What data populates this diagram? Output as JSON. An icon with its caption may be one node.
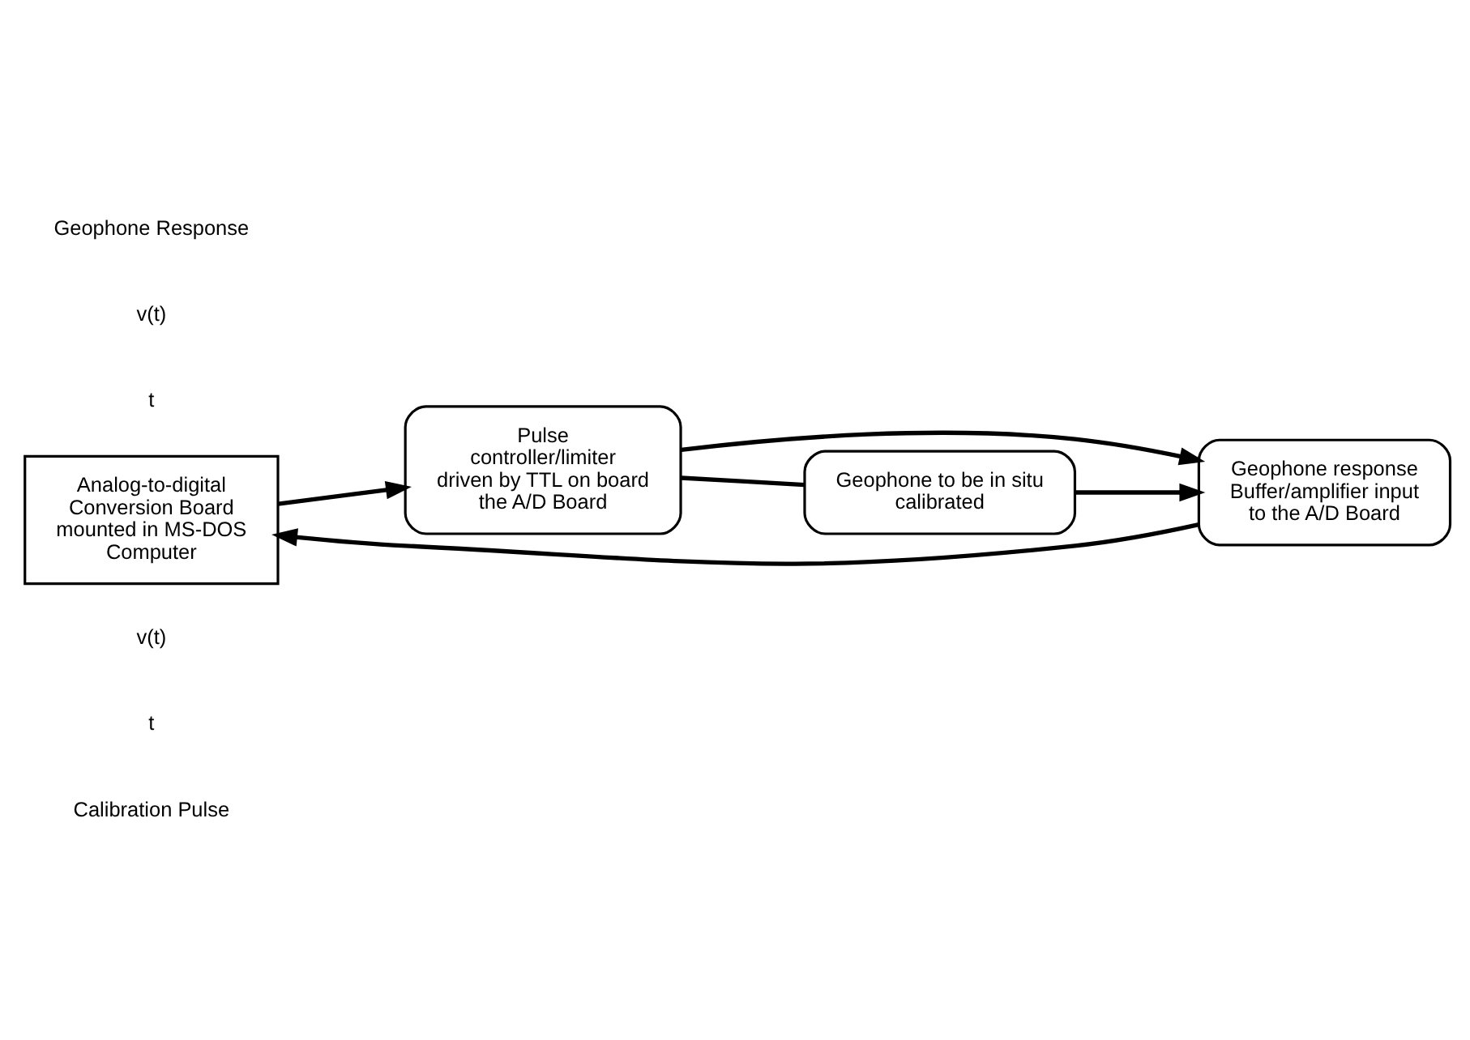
{
  "diagram": {
    "nodes": [
      {
        "text": [
          "Analog-to-digital Conversion Board mounted in MS-DOS Computer"
        ]
      },
      {
        "text": [
          "Geophone response Buffer/amplifier input to the A/D Board"
        ]
      },
      {
        "text": [
          "Pulse controller/limiter driven by TTL on board the A/D Board"
        ]
      },
      {
        "text": [
          "Geophone to be in situ calibrated"
        ]
      }
    ],
    "edges": [
      {
        "from": 1,
        "to": 0,
        "arrow": "to"
      },
      {
        "from": 0,
        "to": 2,
        "arrow": "to"
      },
      {
        "from": 2,
        "to": 1,
        "arrow": "to"
      },
      {
        "from": 3,
        "to": 1,
        "arrow": "to"
      },
      {
        "from": 2,
        "to": 3,
        "arrow": "none"
      }
    ],
    "labels": [
      "Geophone Response",
      "v(t)",
      "t",
      "v(t)",
      "t",
      "Calibration Pulse"
    ]
  }
}
